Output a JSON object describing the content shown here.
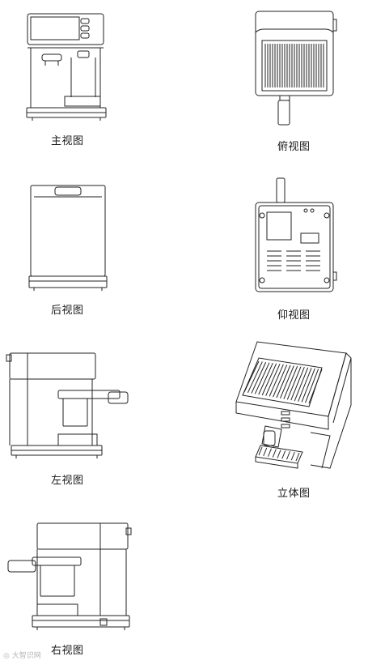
{
  "views": {
    "front": "主视图",
    "top": "俯视图",
    "rear": "后视图",
    "bottom": "仰视图",
    "left": "左视图",
    "perspective": "立体图",
    "right": "右视图"
  },
  "watermark": "大智识网"
}
